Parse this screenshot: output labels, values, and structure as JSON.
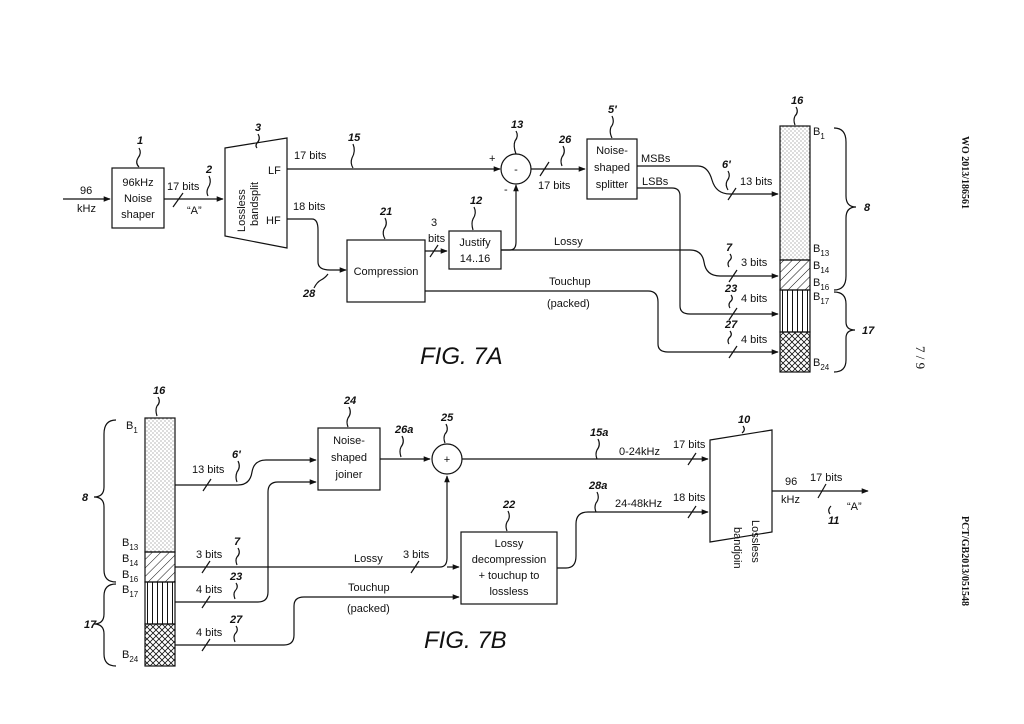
{
  "margin": {
    "top": "WO 2013/186561",
    "bottom": "PCT/GB2013/051548",
    "page": "7 / 9"
  },
  "fig7a": {
    "caption": "FIG. 7A",
    "input": {
      "line1": "96",
      "line2": "kHz",
      "sub": "“A”"
    },
    "refs": {
      "r1": "1",
      "r2": "2",
      "r3": "3",
      "r5p": "5′",
      "r6p": "6′",
      "r7": "7",
      "r8": "8",
      "r12": "12",
      "r13": "13",
      "r15": "15",
      "r16": "16",
      "r17": "17",
      "r21": "21",
      "r23": "23",
      "r26": "26",
      "r27": "27",
      "r28": "28"
    },
    "noise_shaper": [
      "96kHz",
      "Noise",
      "shaper"
    ],
    "bandsplit": [
      "Lossless",
      "bandsplit"
    ],
    "lf": "LF",
    "hf": "HF",
    "compression": "Compression",
    "justify": [
      "Justify",
      "14..16"
    ],
    "splitter": [
      "Noise-",
      "shaped",
      "splitter"
    ],
    "minus": "-",
    "plus": "+",
    "sign_minus": "-",
    "msbs": "MSBs",
    "lsbs": "LSBs",
    "lossy": "Lossy",
    "touchup": "Touchup",
    "packed": "(packed)",
    "b17_in": "17 bits",
    "b17_lf": "17 bits",
    "b18_hf": "18 bits",
    "b17_out": "17 bits",
    "b3_top": "3",
    "b3_bot": "bits",
    "b13": "13 bits",
    "b3": "3 bits",
    "b4a": "4 bits",
    "b4b": "4 bits",
    "bars": {
      "b1": "B",
      "b1s": "1",
      "b13": "B",
      "b13s": "13",
      "b14": "B",
      "b14s": "14",
      "b16": "B",
      "b16s": "16",
      "b17": "B",
      "b17s": "17",
      "b24": "B",
      "b24s": "24"
    }
  },
  "fig7b": {
    "caption": "FIG. 7B",
    "refs": {
      "r6p": "6′",
      "r7": "7",
      "r8": "8",
      "r10": "10",
      "r11": "11",
      "r15a": "15a",
      "r16": "16",
      "r17": "17",
      "r22": "22",
      "r23": "23",
      "r24": "24",
      "r25": "25",
      "r26a": "26a",
      "r27": "27",
      "r28a": "28a"
    },
    "joiner": [
      "Noise-",
      "shaped",
      "joiner"
    ],
    "decomp": [
      "Lossy",
      "decompression",
      "+ touchup to",
      "lossless"
    ],
    "bandjoin": [
      "Lossless",
      "bandjoin"
    ],
    "plus": "+",
    "lossy": "Lossy",
    "touchup": "Touchup",
    "packed": "(packed)",
    "f_lo": "0-24kHz",
    "f_hi": "24-48kHz",
    "b13": "13 bits",
    "b3a": "3 bits",
    "b3b": "3 bits",
    "b4a": "4 bits",
    "b4b": "4 bits",
    "b17": "17 bits",
    "b18": "18 bits",
    "b17_out": "17 bits",
    "out1": "96",
    "out2": "kHz",
    "out_a": "“A”",
    "bars": {
      "b1": "B",
      "b1s": "1",
      "b13": "B",
      "b13s": "13",
      "b14": "B",
      "b14s": "14",
      "b16": "B",
      "b16s": "16",
      "b17": "B",
      "b17s": "17",
      "b24": "B",
      "b24s": "24"
    }
  },
  "colors": {
    "ink": "#111111",
    "paper": "#ffffff"
  }
}
